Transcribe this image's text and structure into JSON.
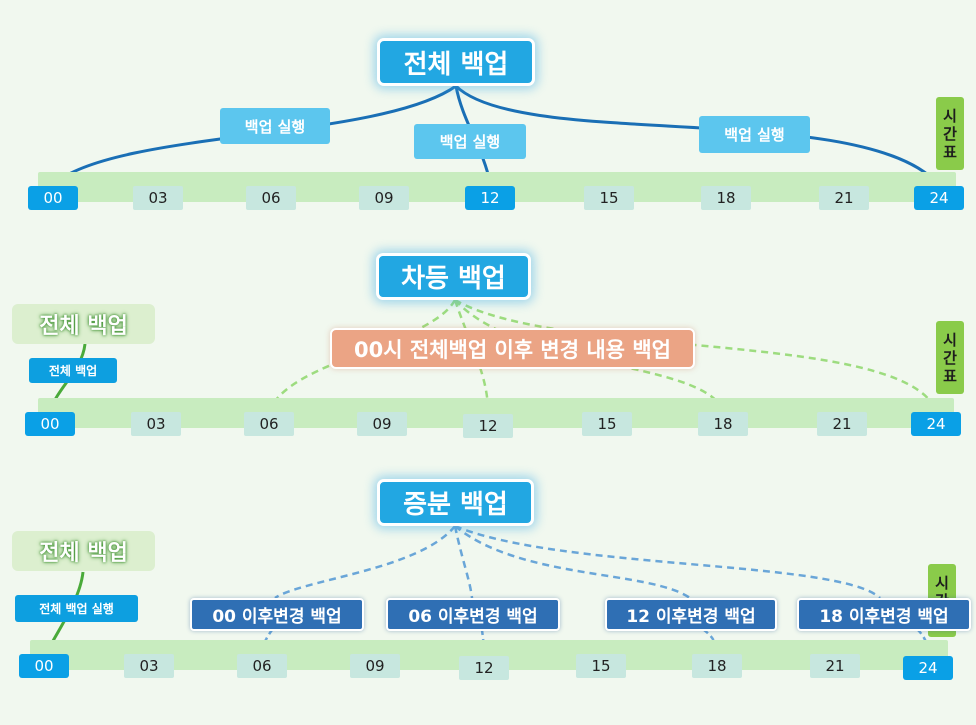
{
  "timeline": [
    "00",
    "03",
    "06",
    "09",
    "12",
    "15",
    "18",
    "21",
    "24"
  ],
  "axis_label": [
    "시",
    "간",
    "표"
  ],
  "full": {
    "title": "전체 백업",
    "run_label": "백업 실행"
  },
  "diff": {
    "title": "차등 백업",
    "prior_full": "전체 백업",
    "prior_full_label": "전체 백업",
    "note": "00시 전체백업 이후 변경 내용 백업"
  },
  "incr": {
    "title": "증분 백업",
    "prior_full": "전체 백업",
    "prior_full_label": "전체 백업 실행",
    "changes": [
      "00 이후변경 백업",
      "06 이후변경 백업",
      "12 이후변경 백업",
      "18 이후변경 백업"
    ]
  },
  "colors": {
    "key_time": "#0aa0e6",
    "time_cell": "#c7e7df",
    "timeline": "#c8ecbf",
    "title_blue": "#22a7e2",
    "arrow_blue": "#1a6fb5",
    "arrow_green_dashed": "#9ddc7f",
    "arrow_blue_dashed": "#6aa6d8",
    "orange": "#eba485",
    "navy": "#2f6fb4",
    "axis_green": "#8acb4a"
  }
}
